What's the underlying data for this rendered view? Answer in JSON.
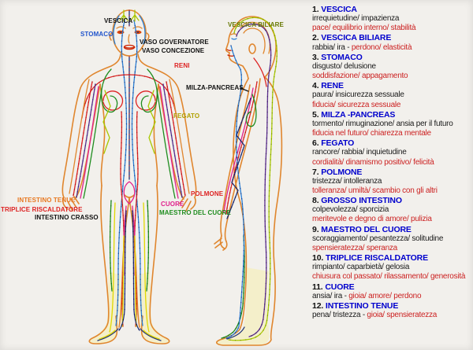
{
  "palette": {
    "background": "#f2f0ec",
    "outline_orange": "#e0862e",
    "blue": "#2b7fd4",
    "navy": "#223377",
    "red": "#dd2222",
    "dark_red": "#aa1111",
    "green": "#1e8c1e",
    "yellow_green": "#a8c800",
    "yellow": "#e0d800",
    "magenta": "#e01f8c",
    "purple": "#5b2d8e",
    "olive": "#b0a000",
    "leg_fill": "#f5efc4",
    "list_header_blue": "#0000cd",
    "list_red": "#cc2222",
    "text_black": "#1a1a1a"
  },
  "figure_labels": [
    {
      "id": "vescica",
      "text": "VESCICA",
      "color": "#111111"
    },
    {
      "id": "stomaco",
      "text": "STOMACO",
      "color": "#2255cc"
    },
    {
      "id": "vaso_governatore",
      "text": "VASO GOVERNATORE",
      "color": "#111111"
    },
    {
      "id": "vaso_concezione",
      "text": "VASO CONCEZIONE",
      "color": "#111111"
    },
    {
      "id": "reni",
      "text": "RENI",
      "color": "#dd2222"
    },
    {
      "id": "vescica_biliare",
      "text": "VESCICA BILIARE",
      "color": "#667700"
    },
    {
      "id": "milza_pancreas",
      "text": "MILZA-PANCREAS",
      "color": "#111111"
    },
    {
      "id": "fegato",
      "text": "FEGATO",
      "color": "#b0a000"
    },
    {
      "id": "polmone",
      "text": "POLMONE",
      "color": "#dd2222"
    },
    {
      "id": "cuore",
      "text": "CUORE",
      "color": "#e01f8c"
    },
    {
      "id": "maestro_del_cuore",
      "text": "MAESTRO DEL CUORE",
      "color": "#1e8c1e"
    },
    {
      "id": "intestino_tenue",
      "text": "INTESTINO TENUE",
      "color": "#e87820"
    },
    {
      "id": "triplice_riscaldatore",
      "text": "TRIPLICE RISCALDATORE",
      "color": "#dd2222"
    },
    {
      "id": "intestino_crasso",
      "text": "INTESTINO CRASSO",
      "color": "#111111"
    }
  ],
  "meridian_list": {
    "items": [
      {
        "num": "1.",
        "name": "VESCICA",
        "rows": [
          {
            "b": "irrequietudine/ impazienza",
            "r": ""
          },
          {
            "b": "",
            "r": "pace/ equilibrio interno/ stabilità"
          }
        ]
      },
      {
        "num": "2.",
        "name": "VESCICA BILIARE",
        "rows": [
          {
            "b": "rabbia/ ira - ",
            "r": "perdono/ elasticità"
          }
        ]
      },
      {
        "num": "3.",
        "name": "STOMACO",
        "rows": [
          {
            "b": "disgusto/ delusione",
            "r": ""
          },
          {
            "b": "",
            "r": "soddisfazione/ appagamento"
          }
        ]
      },
      {
        "num": "4.",
        "name": "RENE",
        "rows": [
          {
            "b": "paura/ insicurezza sessuale",
            "r": ""
          },
          {
            "b": "",
            "r": "fiducia/ sicurezza sessuale"
          }
        ]
      },
      {
        "num": "5.",
        "name": "MILZA -PANCREAS",
        "rows": [
          {
            "b": "tormento/ rimuginazione/ ansia per il futuro",
            "r": ""
          },
          {
            "b": "",
            "r": "fiducia nel futuro/ chiarezza mentale"
          }
        ]
      },
      {
        "num": "6.",
        "name": "FEGATO",
        "rows": [
          {
            "b": "rancore/ rabbia/ inquietudine",
            "r": ""
          },
          {
            "b": "",
            "r": "cordialità/ dinamismo positivo/ felicità"
          }
        ]
      },
      {
        "num": "7.",
        "name": "POLMONE",
        "rows": [
          {
            "b": "tristezza/ intolleranza",
            "r": ""
          },
          {
            "b": "",
            "r": "tolleranza/ umiltà/ scambio con gli altri"
          }
        ]
      },
      {
        "num": "8.",
        "name": "GROSSO INTESTINO",
        "rows": [
          {
            "b": "colpevolezza/ sporcizia",
            "r": ""
          },
          {
            "b": "",
            "r": "meritevole e degno di amore/ pulizia"
          }
        ]
      },
      {
        "num": "9.",
        "name": "MAESTRO DEL CUORE",
        "rows": [
          {
            "b": "scoraggiamento/ pesantezza/ solitudine",
            "r": ""
          },
          {
            "b": "",
            "r": "spensieratezza/ speranza"
          }
        ]
      },
      {
        "num": "10.",
        "name": "TRIPLICE RISCALDATORE",
        "rows": [
          {
            "b": "rimpianto/ caparbietà/ gelosia",
            "r": ""
          },
          {
            "b": "",
            "r": "chiusura col passato/ rilassamento/ generosità"
          }
        ]
      },
      {
        "num": "11.",
        "name": "CUORE",
        "rows": [
          {
            "b": "ansia/ ira - ",
            "r": "gioia/ amore/ perdono"
          }
        ]
      },
      {
        "num": "12.",
        "name": "INTESTINO TENUE",
        "rows": [
          {
            "b": "pena/ tristezza - ",
            "r": "gioia/ spensieratezza"
          }
        ]
      }
    ]
  }
}
